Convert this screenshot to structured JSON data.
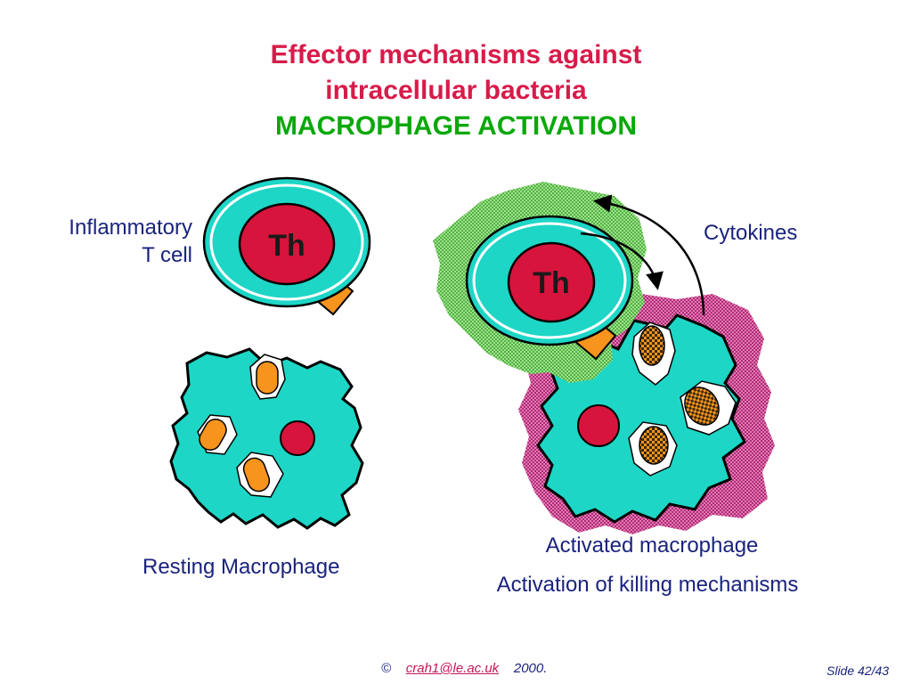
{
  "title": {
    "line1": "Effector mechanisms against",
    "line2": "intracellular bacteria",
    "line3": "MACROPHAGE ACTIVATION"
  },
  "labels": {
    "inflammatory_line1": "Inflammatory",
    "inflammatory_line2": "T cell",
    "cytokines": "Cytokines",
    "resting_macrophage": "Resting Macrophage",
    "activated_macrophage": "Activated macrophage",
    "killing_mechanisms": "Activation of killing mechanisms"
  },
  "cells": {
    "th_label": "Th"
  },
  "footer": {
    "copyright_symbol": "©",
    "email": "crah1@le.ac.uk",
    "year": "2000.",
    "slide_number": "Slide 42/43"
  },
  "colors": {
    "title_red": "#d81b4a",
    "title_green": "#0aa80a",
    "label_navy": "#1a237e",
    "cell_cyan": "#1dd6c6",
    "nucleus_red": "#d7143c",
    "receptor_orange": "#f7941d",
    "halo_green": "#66cc55",
    "halo_magenta": "#c2187a",
    "bacterium_orange": "#f7941d",
    "bacterium_dark": "#3a2a10"
  },
  "icons": [
    "curved-arrow-icon"
  ]
}
